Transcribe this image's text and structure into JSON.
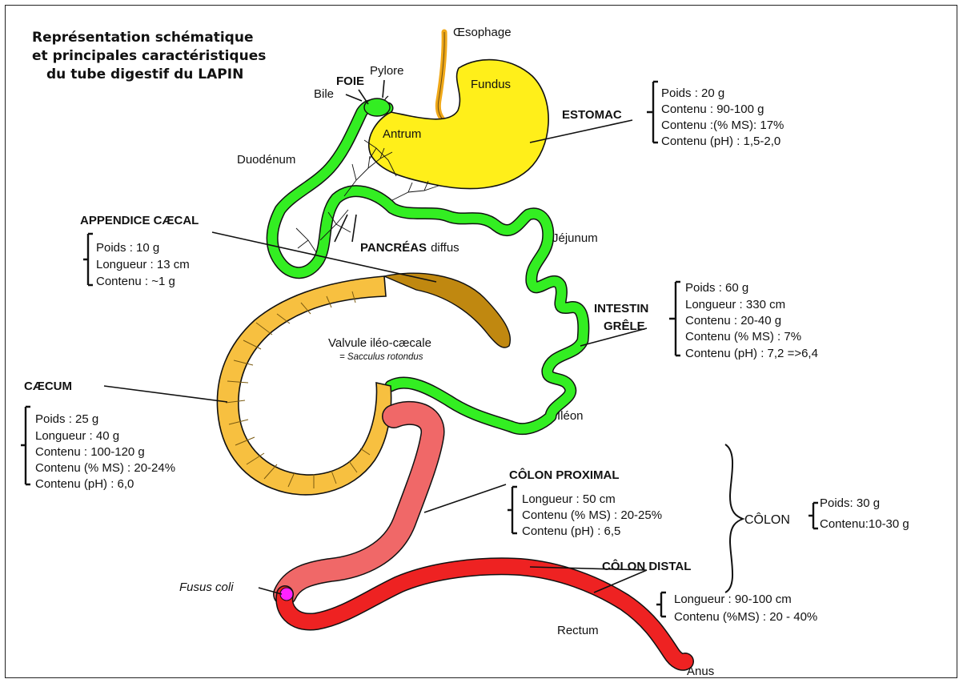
{
  "title": {
    "line1": "Représentation schématique",
    "line2": "et principales caractéristiques",
    "line3": "du tube digestif du LAPIN"
  },
  "labels": {
    "oesophage": "Œsophage",
    "pylore": "Pylore",
    "foie": "FOIE",
    "bile": "Bile",
    "fundus": "Fundus",
    "antrum": "Antrum",
    "duodenum": "Duodénum",
    "pancreas": "PANCRÉAS",
    "pancreas_suffix": "diffus",
    "jejunum": "Jéjunum",
    "valvule": "Valvule iléo-cæcale",
    "sacculus": "= Sacculus rotondus",
    "ileon": "Iléon",
    "fusus": "Fusus coli",
    "rectum": "Rectum",
    "anus": "Anus"
  },
  "estomac": {
    "name": "ESTOMAC",
    "items": [
      "Poids : 20 g",
      "Contenu : 90-100 g",
      "Contenu :(% MS): 17%",
      "Contenu (pH) : 1,5-2,0"
    ]
  },
  "appendice": {
    "name": "APPENDICE CÆCAL",
    "items": [
      "Poids : 10 g",
      "Longueur : 13 cm",
      "Contenu : ~1 g"
    ]
  },
  "intestin": {
    "name_line1": "INTESTIN",
    "name_line2": "GRÊLE",
    "items": [
      "Poids : 60 g",
      "Longueur : 330 cm",
      "Contenu : 20-40 g",
      "Contenu (% MS) : 7%",
      "Contenu (pH) : 7,2 =>6,4"
    ]
  },
  "caecum": {
    "name": "CÆCUM",
    "items": [
      "Poids : 25 g",
      "Longueur : 40 g",
      "Contenu : 100-120 g",
      "Contenu (% MS) : 20-24%",
      "Contenu (pH) : 6,0"
    ]
  },
  "colon_proximal": {
    "name": "CÔLON PROXIMAL",
    "items": [
      "Longueur : 50 cm",
      "Contenu (% MS) : 20-25%",
      "Contenu (pH) : 6,5"
    ]
  },
  "colon": {
    "name": "CÔLON",
    "items": [
      "Poids: 30 g",
      "Contenu:10-30 g"
    ]
  },
  "colon_distal": {
    "name": "CÔLON DISTAL",
    "items": [
      "Longueur : 90-100 cm",
      "Contenu (%MS) : 20 - 40%"
    ]
  },
  "colors": {
    "stomach": "#ffef1a",
    "oesophagus": "#f0a818",
    "intestine": "#33ee22",
    "caecum": "#f7c040",
    "appendix": "#c08810",
    "colon_proximal": "#f06868",
    "colon_distal": "#ee2222",
    "fusus": "#ff22ff"
  }
}
